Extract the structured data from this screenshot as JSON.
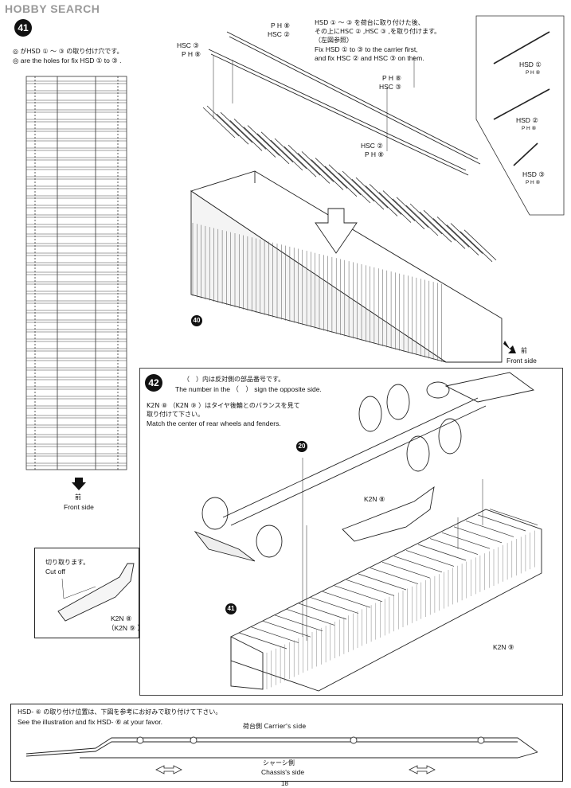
{
  "watermark": "HOBBY SEARCH",
  "page_number": "18",
  "step41": {
    "number": "41",
    "note_jp": "◎ がHSD ① ～ ③ の取り付け穴です。",
    "note_en": "◎ are the holes for fix HSD ① to ③ .",
    "front_jp": "前",
    "front_en": "Front side",
    "instr_jp_1": "HSD ① ～ ③ を荷台に取り付けた後、",
    "instr_jp_2": "その上にHSC ② ,HSC ③ ,を取り付けます。",
    "instr_jp_3": "（左図参照）",
    "instr_en_1": "Fix HSD ① to ③ to the carrier first,",
    "instr_en_2": "and fix HSC ② and HSC ③ on them.",
    "callouts": [
      {
        "label": "P H ⑧"
      },
      {
        "label": "HSC ②"
      },
      {
        "label": "HSC ③"
      },
      {
        "label": "P H ⑧"
      },
      {
        "label": "P H ⑧"
      },
      {
        "label": "HSC ③"
      },
      {
        "label": "HSC ②"
      },
      {
        "label": "P H ⑧"
      }
    ],
    "parts": [
      {
        "label": "HSD ①",
        "pn": "P H ⑧"
      },
      {
        "label": "HSD ②",
        "pn": "P H ⑧"
      },
      {
        "label": "HSD ③",
        "pn": "P H ⑧"
      }
    ],
    "ref40": "40",
    "front2_jp": "前",
    "front2_en": "Front side"
  },
  "step42": {
    "number": "42",
    "paren_jp": "（　）内は反対側の部品番号です。",
    "paren_en": "The number in the （　） sign the opposite side.",
    "k2n_jp_1": "K2N ⑧ （K2N ⑨ ）はタイヤ後輪とのバランスを見て",
    "k2n_jp_2": "取り付けて下さい。",
    "k2n_en": "Match the center of rear wheels and fenders.",
    "ref20": "20",
    "ref41": "41",
    "k2n8": "K2N ⑧",
    "k2n9": "K2N ⑨",
    "cutoff_jp": "切り取ります。",
    "cutoff_en": "Cut off",
    "inset_k2n8": "K2N ⑧",
    "inset_k2n9": "（K2N ⑨ ）"
  },
  "hsd6": {
    "jp": "HSD- ⑥ の取り付け位置は、下図を参考にお好みで取り付けて下さい。",
    "en": "See the illustration and fix HSD- ⑥ at your favor.",
    "carrier": "荷台側 Carrier's side",
    "chassis_jp": "シャーシ側",
    "chassis_en": "Chassis's side"
  }
}
